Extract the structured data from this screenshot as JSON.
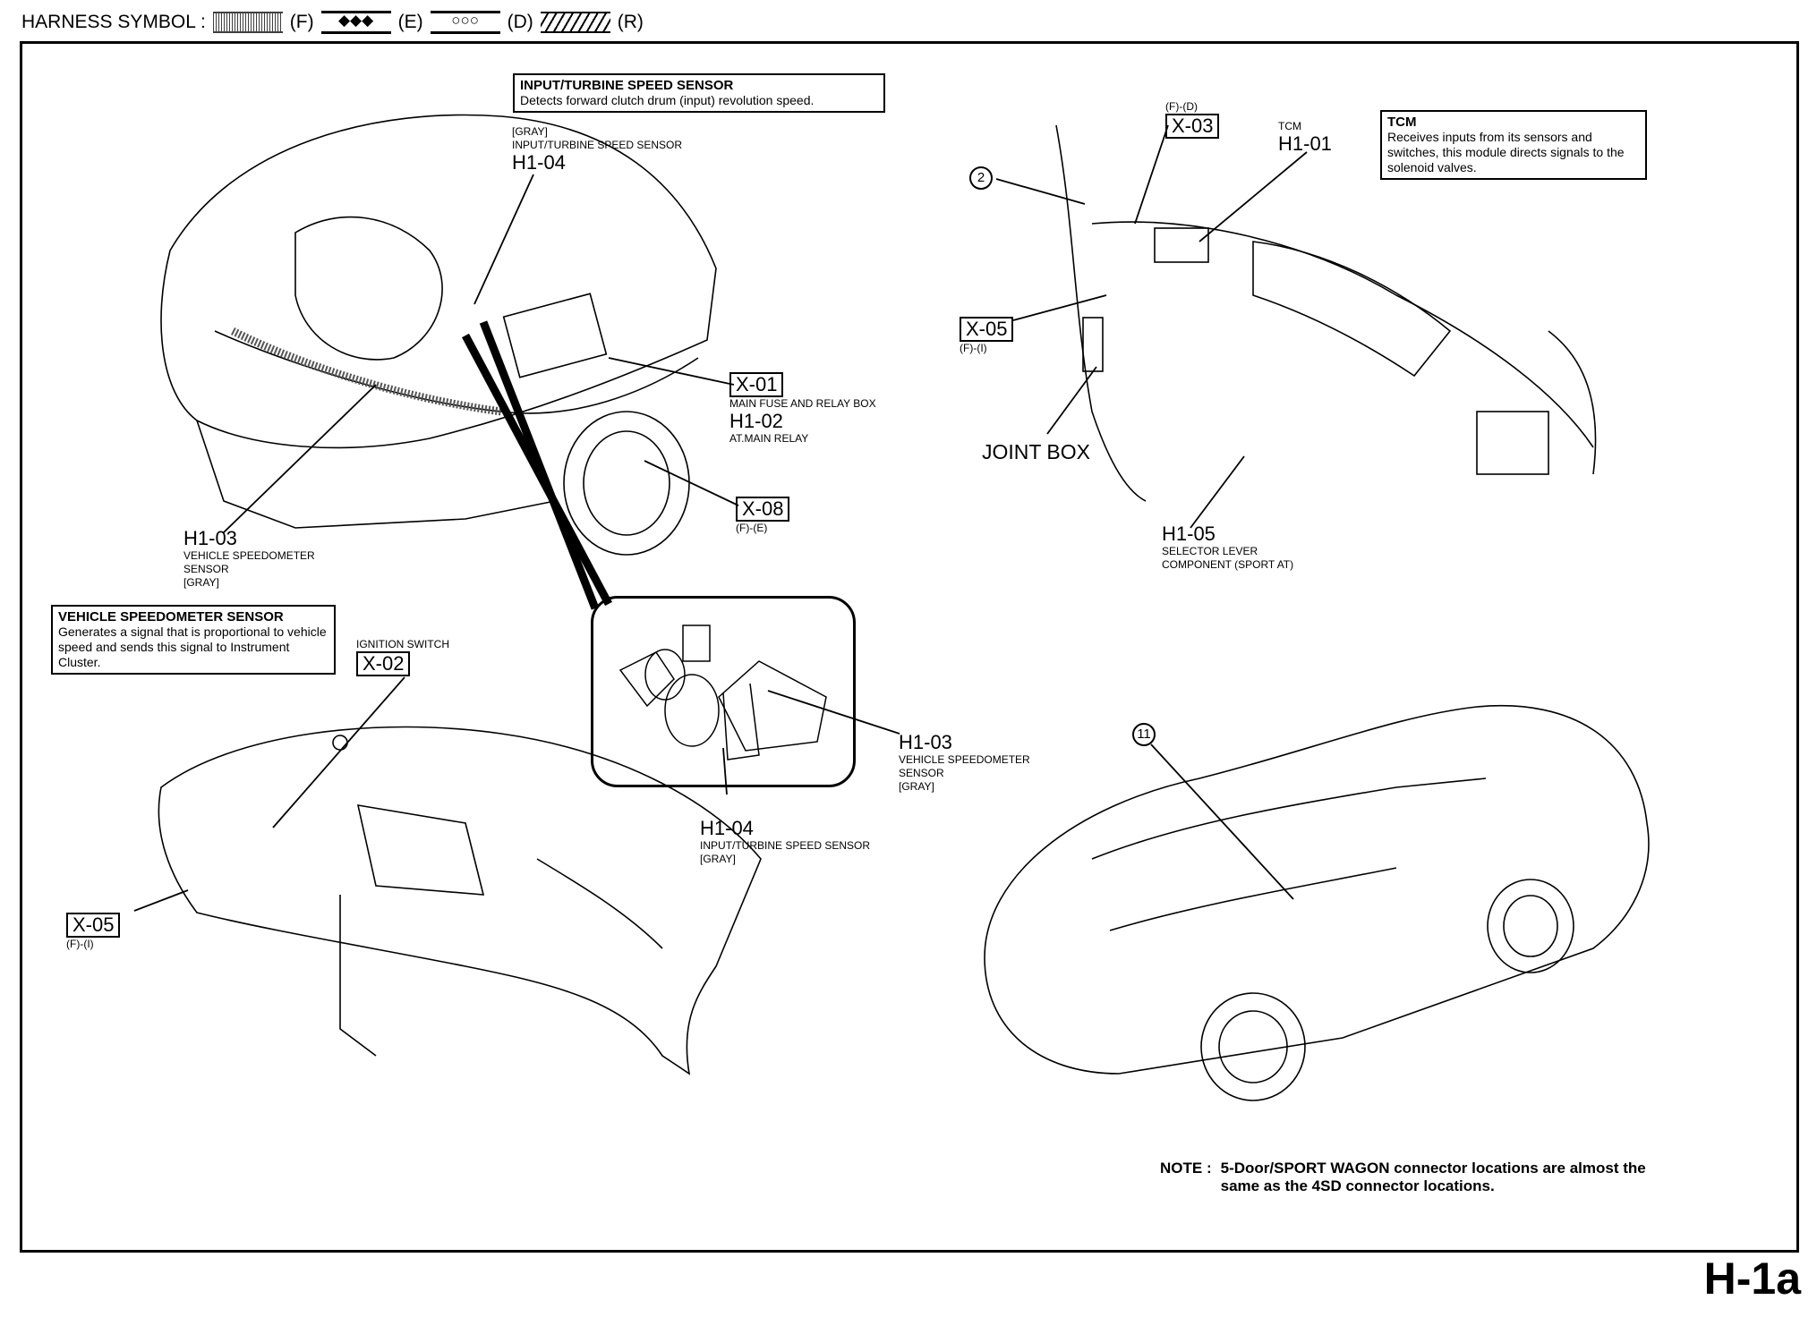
{
  "legend": {
    "title": "HARNESS SYMBOL :",
    "symbols": [
      {
        "code": "(F)",
        "pattern": "dotted-band"
      },
      {
        "code": "(E)",
        "pattern": "diamonds",
        "glyph": "◆◆◆"
      },
      {
        "code": "(D)",
        "pattern": "circles",
        "glyph": "○○○"
      },
      {
        "code": "(R)",
        "pattern": "hatched"
      }
    ]
  },
  "callouts": {
    "input_turbine": {
      "title": "INPUT/TURBINE SPEED SENSOR",
      "text": "Detects forward clutch drum (input) revolution speed."
    },
    "tcm": {
      "title": "TCM",
      "text": "Receives inputs from its sensors and switches, this module directs signals to the solenoid valves."
    },
    "vss": {
      "title": "VEHICLE SPEEDOMETER SENSOR",
      "text": "Generates a signal that is proportional to vehicle speed and sends this signal to Instrument Cluster."
    }
  },
  "labels": {
    "h104_top": {
      "color": "[GRAY]",
      "name": "INPUT/TURBINE SPEED SENSOR",
      "code": "H1-04"
    },
    "x01": {
      "code": "X-01",
      "name": "MAIN FUSE AND RELAY BOX"
    },
    "h102": {
      "code": "H1-02",
      "name": "AT.MAIN RELAY"
    },
    "x08": {
      "code": "X-08",
      "harness": "(F)-(E)"
    },
    "h103_left": {
      "code": "H1-03",
      "line1": "VEHICLE SPEEDOMETER",
      "line2": "SENSOR",
      "color": "[GRAY]"
    },
    "x02": {
      "name": "IGNITION SWITCH",
      "code": "X-02"
    },
    "x05_left": {
      "code": "X-05",
      "harness": "(F)-(I)"
    },
    "x03": {
      "harness": "(F)-(D)",
      "code": "X-03"
    },
    "h101": {
      "name": "TCM",
      "code": "H1-01"
    },
    "circle2": "2",
    "x05_right": {
      "code": "X-05",
      "harness": "(F)-(I)"
    },
    "joint_box": "JOINT BOX",
    "h105": {
      "code": "H1-05",
      "line1": "SELECTOR LEVER",
      "line2": "COMPONENT (SPORT AT)"
    },
    "h103_inset": {
      "code": "H1-03",
      "line1": "VEHICLE SPEEDOMETER",
      "line2": "SENSOR",
      "color": "[GRAY]"
    },
    "h104_inset": {
      "code": "H1-04",
      "name": "INPUT/TURBINE SPEED SENSOR",
      "color": "[GRAY]"
    },
    "circle11": "11"
  },
  "note": {
    "prefix": "NOTE :",
    "line1": "5-Door/SPORT WAGON connector locations are almost the",
    "line2": "same as the 4SD connector locations."
  },
  "page_id": "H-1a"
}
